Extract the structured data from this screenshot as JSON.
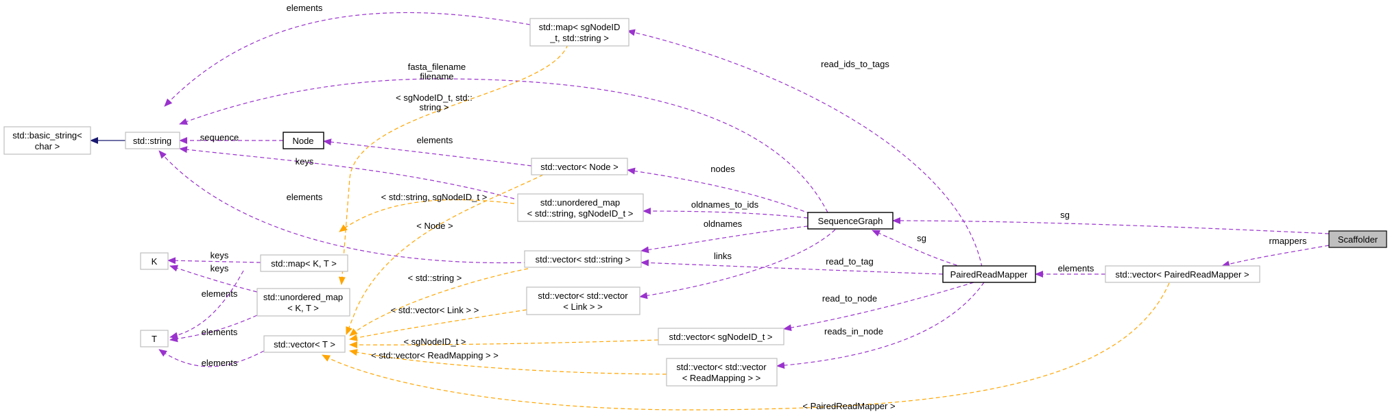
{
  "nodes": {
    "scaffolder": "Scaffolder",
    "vector_paired_read_mapper": "std::vector< PairedReadMapper >",
    "paired_read_mapper": "PairedReadMapper",
    "sequence_graph": "SequenceGraph",
    "map_sgnodeid_string": [
      "std::map< sgNodeID",
      "_t, std::string >"
    ],
    "vector_node": "std::vector< Node >",
    "unordered_map_string_sgnodeid": [
      "std::unordered_map",
      "< std::string, sgNodeID_t >"
    ],
    "vector_string": "std::vector< std::string >",
    "vector_vector_link": [
      "std::vector< std::vector",
      "< Link > >"
    ],
    "vector_sgnodeid": "std::vector< sgNodeID_t >",
    "vector_vector_readmapping": [
      "std::vector< std::vector",
      "< ReadMapping > >"
    ],
    "node": "Node",
    "std_string": "std::string",
    "basic_string": [
      "std::basic_string<",
      "char >"
    ],
    "k": "K",
    "t": "T",
    "map_k_t": "std::map< K, T >",
    "unordered_map_k_t": [
      "std::unordered_map",
      "< K, T >"
    ],
    "vector_t": "std::vector< T >"
  },
  "edge_labels": {
    "sg_scaffolder": "sg",
    "rmappers": "rmappers",
    "elements_prm": "elements",
    "sg_prm": "sg",
    "read_ids_to_tags": "read_ids_to_tags",
    "read_to_tag": "read_to_tag",
    "read_to_node": "read_to_node",
    "reads_in_node": "reads_in_node",
    "nodes": "nodes",
    "oldnames_to_ids": "oldnames_to_ids",
    "oldnames": "oldnames",
    "links": "links",
    "fasta_filename": [
      "fasta_filename",
      "filename"
    ],
    "elements_map_string": "elements",
    "elements_node_vec": "elements",
    "keys_um": "keys",
    "elements_vec_string": "elements",
    "sequence": "sequence",
    "keys_map": "keys",
    "keys_umkt": "keys",
    "elements_map_t": "elements",
    "elements_um_t": "elements",
    "elements_vec_t": "elements",
    "tmpl_sgnodeid_string": [
      "< sgNodeID_t, std::",
      "string >"
    ],
    "tmpl_string_sgnodeid": "< std::string, sgNodeID_t >",
    "tmpl_node": "< Node >",
    "tmpl_string": "< std::string >",
    "tmpl_vector_link": "< std::vector< Link > >",
    "tmpl_sgnodeid": "< sgNodeID_t >",
    "tmpl_vector_readmapping": "< std::vector< ReadMapping > >",
    "tmpl_paired_read_mapper": "< PairedReadMapper >"
  },
  "colors": {
    "member_edge": "#9a32cd",
    "template_edge": "#ffa500",
    "inheritance_edge": "#191970",
    "focus_fill": "#bfbfbf"
  }
}
